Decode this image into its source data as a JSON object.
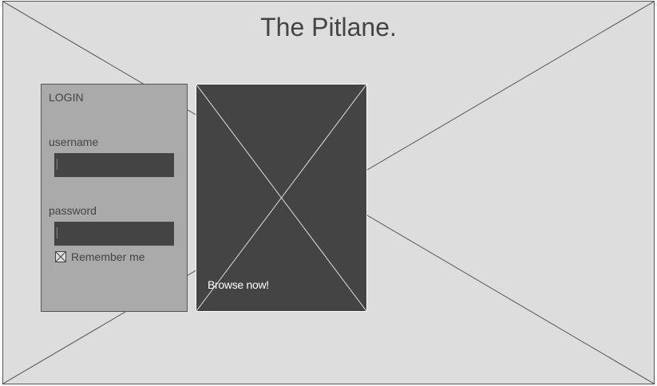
{
  "header": {
    "site_title": "The Pitlane."
  },
  "login": {
    "title": "LOGIN",
    "username_label": "username",
    "username_value": "",
    "password_label": "password",
    "password_value": "",
    "remember_label": "Remember me",
    "remember_checked": true
  },
  "promo": {
    "image_icon": "image-placeholder-icon",
    "link_label": "Browse now!"
  },
  "colors": {
    "page_bg": "#dddddd",
    "panel_bg": "#aaaaaa",
    "dark": "#444444",
    "text": "#444444",
    "white": "#ffffff"
  }
}
